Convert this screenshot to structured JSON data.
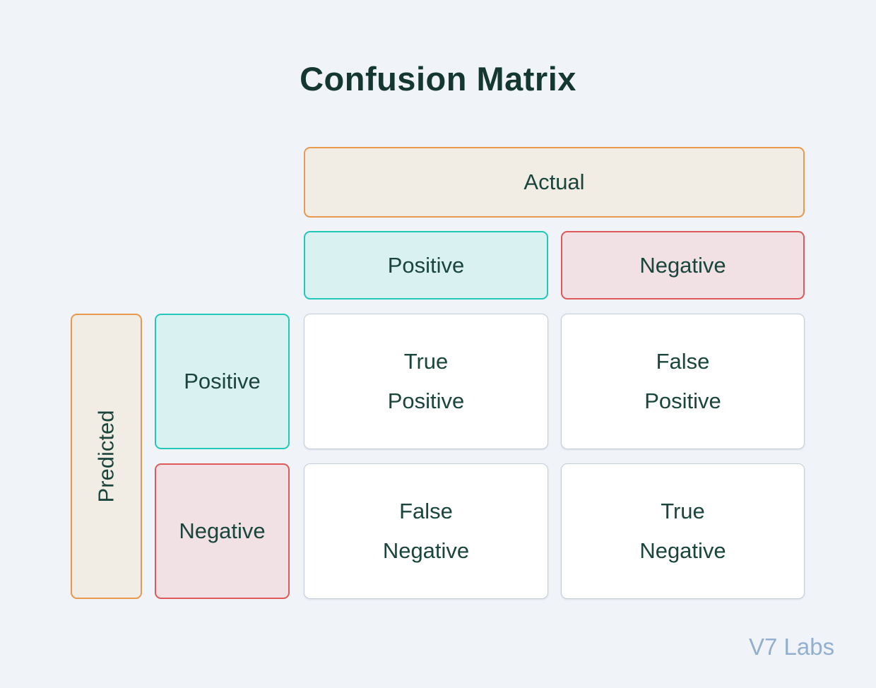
{
  "title": "Confusion Matrix",
  "watermark": "V7 Labs",
  "matrix": {
    "axis_headers": {
      "actual": "Actual",
      "predicted": "Predicted"
    },
    "actual_classes": [
      "Positive",
      "Negative"
    ],
    "predicted_classes": [
      "Positive",
      "Negative"
    ],
    "cells": [
      {
        "row": "Positive",
        "col": "Positive",
        "line1": "True",
        "line2": "Positive"
      },
      {
        "row": "Positive",
        "col": "Negative",
        "line1": "False",
        "line2": "Positive"
      },
      {
        "row": "Negative",
        "col": "Positive",
        "line1": "False",
        "line2": "Negative"
      },
      {
        "row": "Negative",
        "col": "Negative",
        "line1": "True",
        "line2": "Negative"
      }
    ]
  },
  "colors": {
    "background": "#F0F3F8",
    "title_text": "#143830",
    "box_text": "#1A453C",
    "axis_border": "#E9994E",
    "axis_fill": "#F2EDE4",
    "positive_border": "#21C7B9",
    "positive_fill": "#D9F1F1",
    "negative_border": "#DE5959",
    "negative_fill": "#F1E0E4",
    "cell_border": "#C5CDDA",
    "cell_fill": "#FFFFFF",
    "watermark_text": "#93AFCF"
  }
}
